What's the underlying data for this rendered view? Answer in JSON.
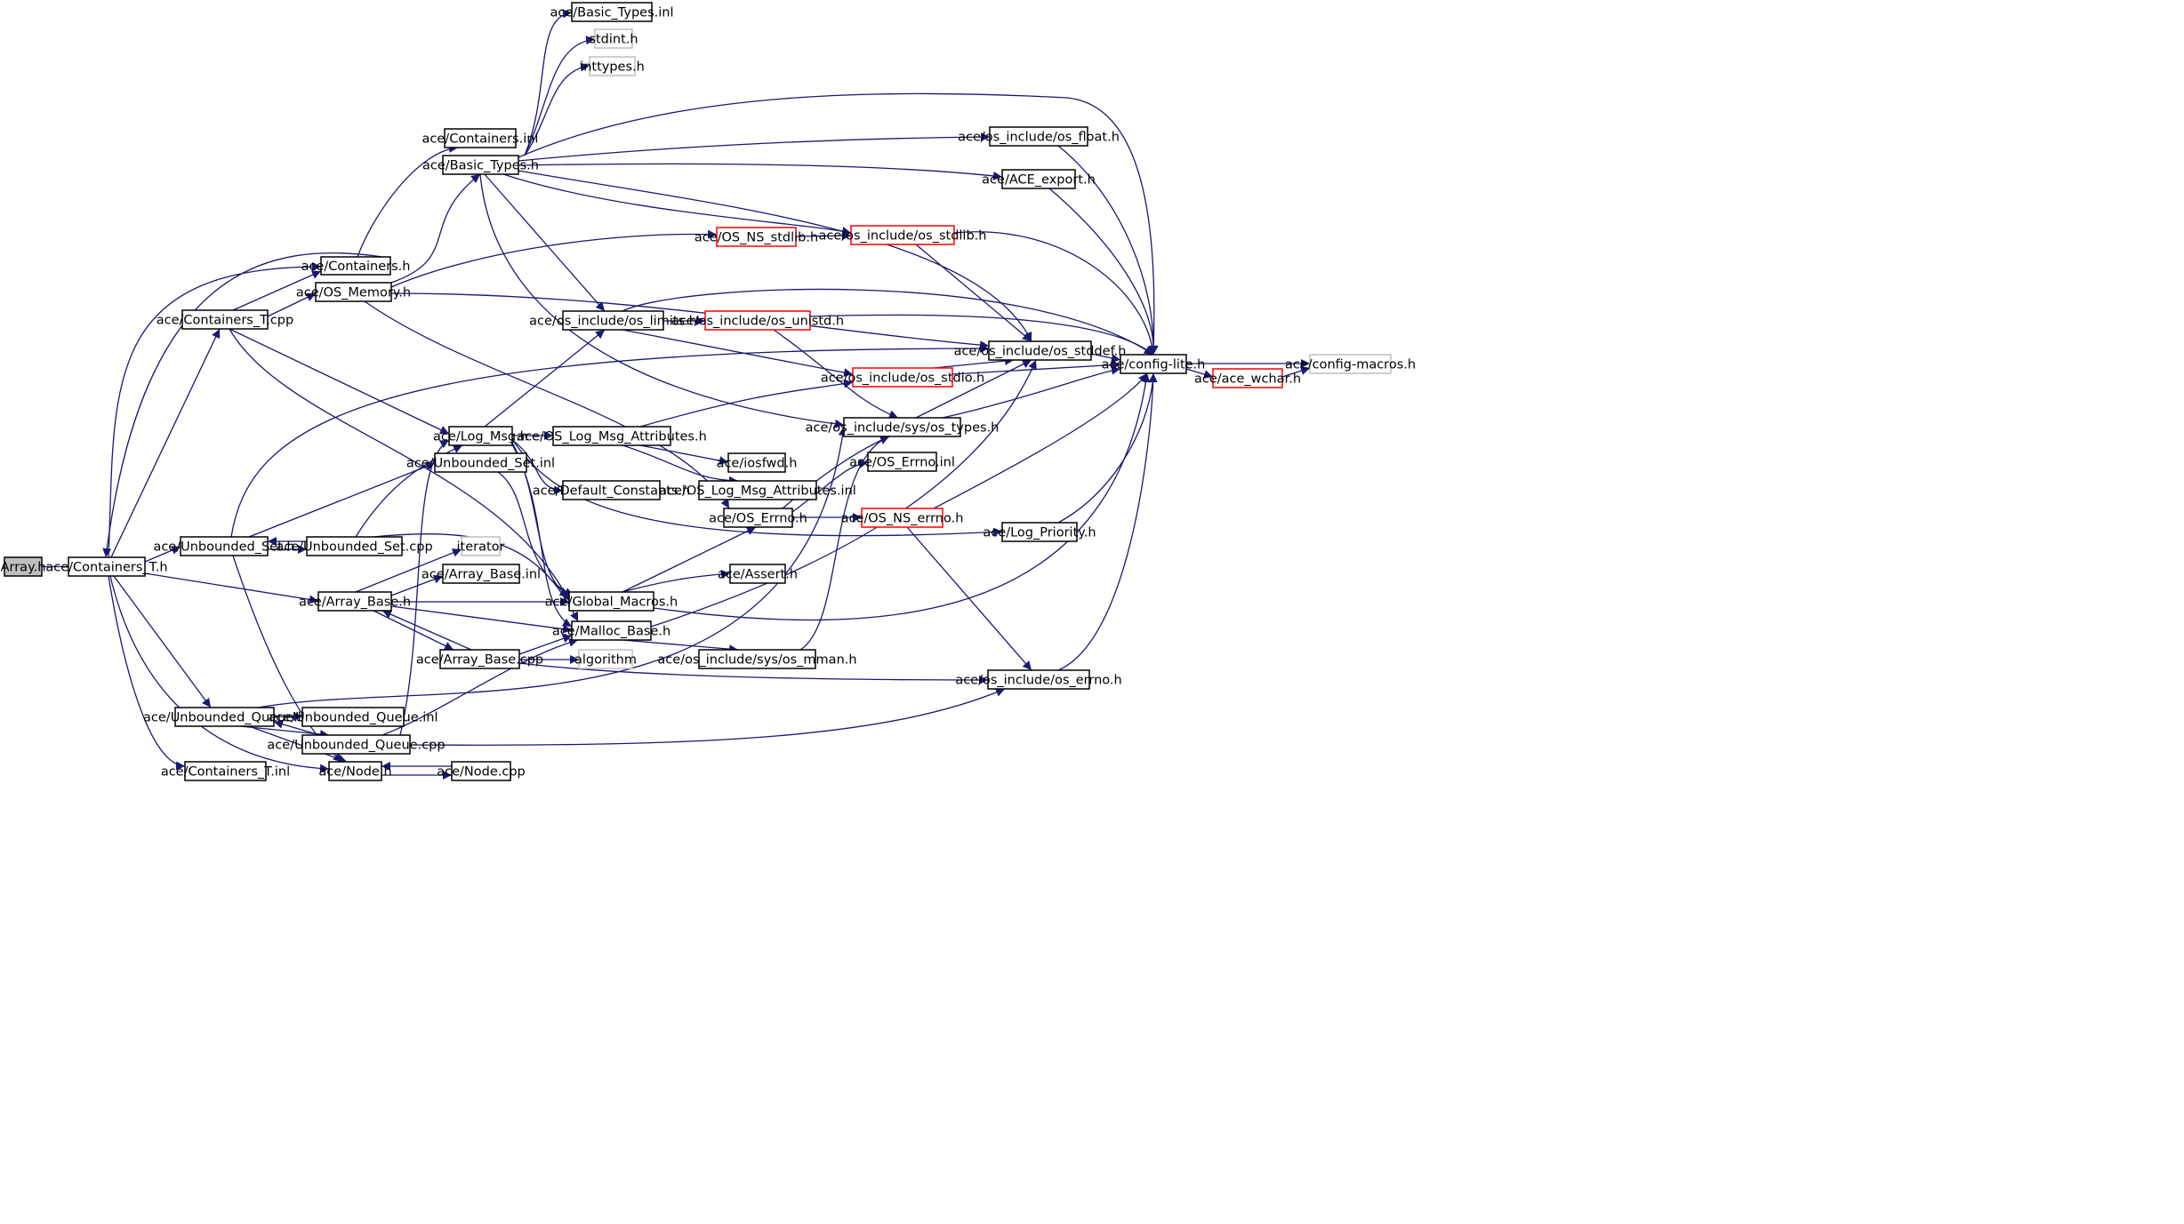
{
  "colors": {
    "edge": "#191970",
    "node_border": "#000000",
    "external_border": "#bfbfbf",
    "truncated_border": "#ff0000",
    "root_fill": "#bfbfbf",
    "background": "#ffffff"
  },
  "nodes": [
    {
      "id": "array_h",
      "label": "Array.h",
      "kind": "root"
    },
    {
      "id": "containers_t_h",
      "label": "ace/Containers_T.h",
      "kind": "normal"
    },
    {
      "id": "containers_h",
      "label": "ace/Containers.h",
      "kind": "normal"
    },
    {
      "id": "containers_t_cpp",
      "label": "ace/Containers_T.cpp",
      "kind": "normal"
    },
    {
      "id": "unbounded_set_h",
      "label": "ace/Unbounded_Set.h",
      "kind": "normal"
    },
    {
      "id": "array_base_h",
      "label": "ace/Array_Base.h",
      "kind": "normal"
    },
    {
      "id": "unbounded_queue_h",
      "label": "ace/Unbounded_Queue.h",
      "kind": "normal"
    },
    {
      "id": "containers_t_inl",
      "label": "ace/Containers_T.inl",
      "kind": "normal"
    },
    {
      "id": "node_h",
      "label": "ace/Node.h",
      "kind": "normal"
    },
    {
      "id": "containers_inl",
      "label": "ace/Containers.inl",
      "kind": "normal"
    },
    {
      "id": "basic_types_h",
      "label": "ace/Basic_Types.h",
      "kind": "normal"
    },
    {
      "id": "os_memory_h",
      "label": "ace/OS_Memory.h",
      "kind": "normal"
    },
    {
      "id": "log_msg_h",
      "label": "ace/Log_Msg.h",
      "kind": "normal"
    },
    {
      "id": "unbounded_set_inl",
      "label": "ace/Unbounded_Set.inl",
      "kind": "normal"
    },
    {
      "id": "unbounded_set_cpp",
      "label": "ace/Unbounded_Set.cpp",
      "kind": "normal"
    },
    {
      "id": "iterator",
      "label": "iterator",
      "kind": "external"
    },
    {
      "id": "array_base_inl",
      "label": "ace/Array_Base.inl",
      "kind": "normal"
    },
    {
      "id": "array_base_cpp",
      "label": "ace/Array_Base.cpp",
      "kind": "normal"
    },
    {
      "id": "unbounded_queue_inl",
      "label": "ace/Unbounded_Queue.inl",
      "kind": "normal"
    },
    {
      "id": "unbounded_queue_cpp",
      "label": "ace/Unbounded_Queue.cpp",
      "kind": "normal"
    },
    {
      "id": "node_cpp",
      "label": "ace/Node.cpp",
      "kind": "normal"
    },
    {
      "id": "basic_types_inl",
      "label": "ace/Basic_Types.inl",
      "kind": "normal"
    },
    {
      "id": "stdint_h",
      "label": "stdint.h",
      "kind": "external"
    },
    {
      "id": "inttypes_h",
      "label": "inttypes.h",
      "kind": "external"
    },
    {
      "id": "os_ns_stdlib_h",
      "label": "ace/OS_NS_stdlib.h",
      "kind": "truncated"
    },
    {
      "id": "os_limits_h",
      "label": "ace/os_include/os_limits.h",
      "kind": "normal"
    },
    {
      "id": "os_log_msg_attributes_h",
      "label": "ace/OS_Log_Msg_Attributes.h",
      "kind": "normal"
    },
    {
      "id": "default_constants_h",
      "label": "ace/Default_Constants.h",
      "kind": "normal"
    },
    {
      "id": "global_macros_h",
      "label": "ace/Global_Macros.h",
      "kind": "normal"
    },
    {
      "id": "malloc_base_h",
      "label": "ace/Malloc_Base.h",
      "kind": "normal"
    },
    {
      "id": "algorithm",
      "label": "algorithm",
      "kind": "external"
    },
    {
      "id": "os_float_h",
      "label": "ace/os_include/os_float.h",
      "kind": "normal"
    },
    {
      "id": "ace_export_h",
      "label": "ace/ACE_export.h",
      "kind": "normal"
    },
    {
      "id": "os_stdlib_h",
      "label": "ace/os_include/os_stdlib.h",
      "kind": "truncated"
    },
    {
      "id": "os_unistd_h",
      "label": "ace/os_include/os_unistd.h",
      "kind": "truncated"
    },
    {
      "id": "os_stddef_h",
      "label": "ace/os_include/os_stddef.h",
      "kind": "normal"
    },
    {
      "id": "os_stdio_h",
      "label": "ace/os_include/os_stdio.h",
      "kind": "truncated"
    },
    {
      "id": "os_types_h",
      "label": "ace/os_include/sys/os_types.h",
      "kind": "normal"
    },
    {
      "id": "iosfwd_h",
      "label": "ace/iosfwd.h",
      "kind": "normal"
    },
    {
      "id": "os_errno_inl",
      "label": "ace/OS_Errno.inl",
      "kind": "normal"
    },
    {
      "id": "os_log_msg_attributes_inl",
      "label": "ace/OS_Log_Msg_Attributes.inl",
      "kind": "normal"
    },
    {
      "id": "os_errno_h",
      "label": "ace/OS_Errno.h",
      "kind": "normal"
    },
    {
      "id": "os_ns_errno_h",
      "label": "ace/OS_NS_errno.h",
      "kind": "truncated"
    },
    {
      "id": "log_priority_h",
      "label": "ace/Log_Priority.h",
      "kind": "normal"
    },
    {
      "id": "assert_h",
      "label": "ace/Assert.h",
      "kind": "normal"
    },
    {
      "id": "os_mman_h",
      "label": "ace/os_include/sys/os_mman.h",
      "kind": "normal"
    },
    {
      "id": "os_include_errno_h",
      "label": "ace/os_include/os_errno.h",
      "kind": "normal"
    },
    {
      "id": "config_lite_h",
      "label": "ace/config-lite.h",
      "kind": "normal"
    },
    {
      "id": "ace_wchar_h",
      "label": "ace/ace_wchar.h",
      "kind": "truncated"
    },
    {
      "id": "config_macros_h",
      "label": "ace/config-macros.h",
      "kind": "external"
    }
  ],
  "edges": [
    [
      "array_h",
      "containers_t_h"
    ],
    [
      "containers_t_h",
      "containers_h"
    ],
    [
      "containers_t_h",
      "containers_t_cpp"
    ],
    [
      "containers_t_h",
      "unbounded_set_h"
    ],
    [
      "containers_t_h",
      "array_base_h"
    ],
    [
      "containers_t_h",
      "unbounded_queue_h"
    ],
    [
      "containers_t_h",
      "containers_t_inl"
    ],
    [
      "containers_t_h",
      "node_h"
    ],
    [
      "containers_h",
      "containers_inl"
    ],
    [
      "containers_h",
      "containers_t_h"
    ],
    [
      "containers_t_cpp",
      "containers_h"
    ],
    [
      "containers_t_cpp",
      "os_memory_h"
    ],
    [
      "containers_t_cpp",
      "log_msg_h"
    ],
    [
      "containers_t_cpp",
      "global_macros_h"
    ],
    [
      "os_memory_h",
      "basic_types_h"
    ],
    [
      "os_memory_h",
      "os_ns_stdlib_h"
    ],
    [
      "os_memory_h",
      "os_stddef_h"
    ],
    [
      "os_memory_h",
      "os_errno_h"
    ],
    [
      "basic_types_h",
      "basic_types_inl"
    ],
    [
      "basic_types_h",
      "stdint_h"
    ],
    [
      "basic_types_h",
      "inttypes_h"
    ],
    [
      "basic_types_h",
      "config_lite_h"
    ],
    [
      "basic_types_h",
      "os_float_h"
    ],
    [
      "basic_types_h",
      "ace_export_h"
    ],
    [
      "basic_types_h",
      "os_stdlib_h"
    ],
    [
      "basic_types_h",
      "os_limits_h"
    ],
    [
      "basic_types_h",
      "os_stddef_h"
    ],
    [
      "basic_types_h",
      "os_types_h"
    ],
    [
      "os_ns_stdlib_h",
      "os_stdlib_h"
    ],
    [
      "os_float_h",
      "config_lite_h"
    ],
    [
      "ace_export_h",
      "config_lite_h"
    ],
    [
      "os_stdlib_h",
      "config_lite_h"
    ],
    [
      "os_stdlib_h",
      "os_stddef_h"
    ],
    [
      "os_limits_h",
      "os_unistd_h"
    ],
    [
      "os_limits_h",
      "os_stdio_h"
    ],
    [
      "os_limits_h",
      "config_lite_h"
    ],
    [
      "os_unistd_h",
      "config_lite_h"
    ],
    [
      "os_unistd_h",
      "os_types_h"
    ],
    [
      "os_stdio_h",
      "os_stddef_h"
    ],
    [
      "os_stdio_h",
      "config_lite_h"
    ],
    [
      "os_stddef_h",
      "config_lite_h"
    ],
    [
      "os_types_h",
      "os_stddef_h"
    ],
    [
      "os_types_h",
      "config_lite_h"
    ],
    [
      "config_lite_h",
      "ace_wchar_h"
    ],
    [
      "config_lite_h",
      "config_macros_h"
    ],
    [
      "ace_wchar_h",
      "config_macros_h"
    ],
    [
      "log_msg_h",
      "os_limits_h"
    ],
    [
      "log_msg_h",
      "os_log_msg_attributes_h"
    ],
    [
      "log_msg_h",
      "default_constants_h"
    ],
    [
      "log_msg_h",
      "global_macros_h"
    ],
    [
      "log_msg_h",
      "malloc_base_h"
    ],
    [
      "log_msg_h",
      "log_priority_h"
    ],
    [
      "os_log_msg_attributes_h",
      "os_stdio_h"
    ],
    [
      "os_log_msg_attributes_h",
      "iosfwd_h"
    ],
    [
      "os_log_msg_attributes_h",
      "os_log_msg_attributes_inl"
    ],
    [
      "os_errno_h",
      "os_errno_inl"
    ],
    [
      "os_errno_h",
      "os_ns_errno_h"
    ],
    [
      "os_errno_h",
      "os_types_h"
    ],
    [
      "os_ns_errno_h",
      "os_include_errno_h"
    ],
    [
      "os_ns_errno_h",
      "config_lite_h"
    ],
    [
      "log_priority_h",
      "config_lite_h"
    ],
    [
      "global_macros_h",
      "assert_h"
    ],
    [
      "global_macros_h",
      "os_errno_h"
    ],
    [
      "global_macros_h",
      "config_lite_h"
    ],
    [
      "malloc_base_h",
      "os_stddef_h"
    ],
    [
      "malloc_base_h",
      "os_mman_h"
    ],
    [
      "os_mman_h",
      "os_types_h"
    ],
    [
      "os_include_errno_h",
      "config_lite_h"
    ],
    [
      "unbounded_set_h",
      "os_stddef_h"
    ],
    [
      "unbounded_set_h",
      "unbounded_set_inl"
    ],
    [
      "unbounded_set_h",
      "unbounded_set_cpp"
    ],
    [
      "unbounded_set_h",
      "node_h"
    ],
    [
      "unbounded_set_inl",
      "global_macros_h"
    ],
    [
      "unbounded_set_cpp",
      "unbounded_set_h"
    ],
    [
      "unbounded_set_cpp",
      "log_msg_h"
    ],
    [
      "unbounded_set_cpp",
      "malloc_base_h"
    ],
    [
      "array_base_h",
      "iterator"
    ],
    [
      "array_base_h",
      "array_base_inl"
    ],
    [
      "array_base_h",
      "global_macros_h"
    ],
    [
      "array_base_h",
      "malloc_base_h"
    ],
    [
      "array_base_h",
      "array_base_cpp"
    ],
    [
      "array_base_cpp",
      "array_base_h"
    ],
    [
      "array_base_cpp",
      "malloc_base_h"
    ],
    [
      "array_base_cpp",
      "algorithm"
    ],
    [
      "array_base_cpp",
      "os_include_errno_h"
    ],
    [
      "unbounded_queue_h",
      "unbounded_queue_inl"
    ],
    [
      "unbounded_queue_h",
      "unbounded_queue_cpp"
    ],
    [
      "unbounded_queue_h",
      "node_h"
    ],
    [
      "unbounded_queue_h",
      "os_types_h"
    ],
    [
      "unbounded_queue_cpp",
      "unbounded_queue_h"
    ],
    [
      "unbounded_queue_cpp",
      "malloc_base_h"
    ],
    [
      "unbounded_queue_cpp",
      "log_msg_h"
    ],
    [
      "unbounded_queue_cpp",
      "os_include_errno_h"
    ],
    [
      "node_h",
      "node_cpp"
    ],
    [
      "node_cpp",
      "node_h"
    ]
  ]
}
